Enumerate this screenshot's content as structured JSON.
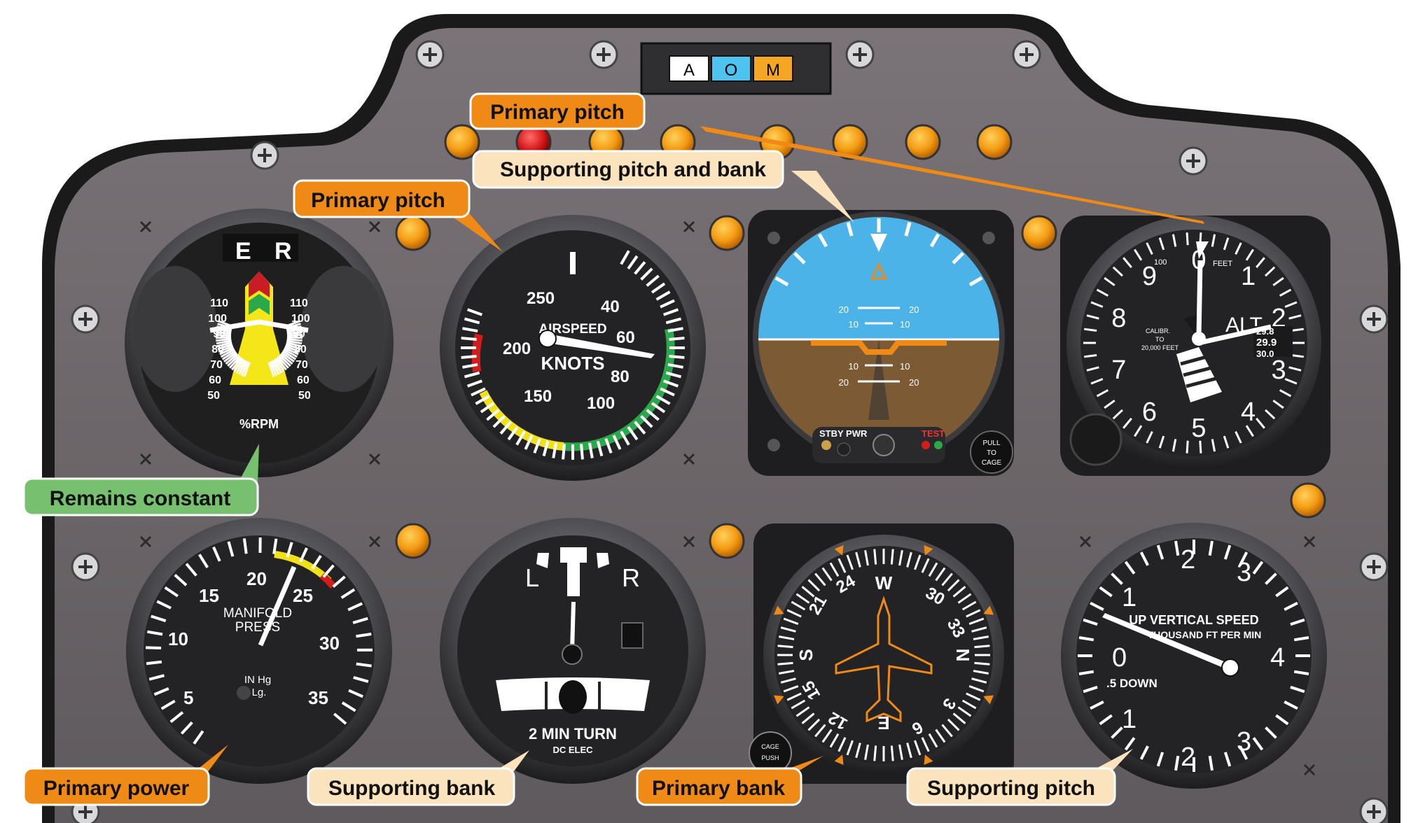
{
  "annunciator": {
    "a": "A",
    "o": "O",
    "m": "M"
  },
  "callouts": {
    "primary_pitch_top": "Primary pitch",
    "supporting_pitch_bank": "Supporting pitch and bank",
    "primary_pitch_airspeed": "Primary pitch",
    "remains_constant": "Remains constant",
    "primary_power": "Primary power",
    "supporting_bank": "Supporting bank",
    "primary_bank": "Primary bank",
    "supporting_pitch": "Supporting pitch"
  },
  "tachometer": {
    "left_letter": "E",
    "right_letter": "R",
    "unit": "%RPM",
    "scale_left": [
      "110",
      "100",
      "90",
      "80",
      "70",
      "60",
      "50"
    ],
    "scale_right": [
      "110",
      "100",
      "90",
      "80",
      "70",
      "60",
      "50"
    ]
  },
  "airspeed": {
    "label1": "AIRSPEED",
    "label2": "KNOTS",
    "ticks": [
      "40",
      "60",
      "80",
      "100",
      "150",
      "200",
      "250"
    ]
  },
  "attitude": {
    "pitch_marks": [
      "20",
      "10",
      "10",
      "20"
    ],
    "stby_pwr": "STBY PWR",
    "test": "TEST",
    "pull": "PULL",
    "to": "TO",
    "cage": "CAGE"
  },
  "altimeter": {
    "digits": [
      "0",
      "1",
      "2",
      "3",
      "4",
      "5",
      "6",
      "7",
      "8",
      "9"
    ],
    "feet": "FEET",
    "hundred": "100",
    "alt": "ALT",
    "calib1": "CALIBR.",
    "calib2": "TO",
    "calib3": "20,000 FEET",
    "kollsman": [
      "29.8",
      "29.9",
      "30.0"
    ]
  },
  "manifold": {
    "label1": "MANIFOLD",
    "label2": "PRESS",
    "unit1": "IN Hg",
    "unit2": "Lg.",
    "ticks": [
      "5",
      "10",
      "15",
      "20",
      "25",
      "30",
      "35"
    ]
  },
  "turn_coordinator": {
    "left": "L",
    "right": "R",
    "label": "2 MIN TURN",
    "sub": "DC ELEC"
  },
  "heading": {
    "cardinals": {
      "w": "W",
      "n": "N",
      "e": "E",
      "s": "S"
    },
    "numbers": [
      "30",
      "33",
      "3",
      "6",
      "12",
      "15",
      "21",
      "24"
    ],
    "cage": "CAGE",
    "push": "PUSH"
  },
  "vsi": {
    "label1": "UP VERTICAL SPEED",
    "label2": "THOUSAND FT PER MIN",
    "down": ".5 DOWN",
    "ticks": [
      "0",
      "1",
      "2",
      "3",
      "4",
      "3",
      "2",
      "1"
    ]
  },
  "colors": {
    "panel": "#6b6468",
    "bezel": "#2a2a2c",
    "face": "#2b2b2d",
    "callout_orange": "#f08a16",
    "callout_cream": "#fbe3bd",
    "callout_green": "#76c06f",
    "sky": "#4bb3e8",
    "ground": "#7b5a34"
  }
}
